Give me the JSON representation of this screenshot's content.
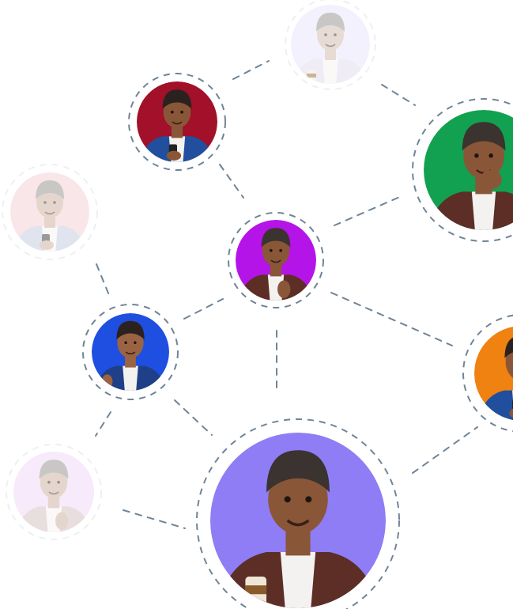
{
  "network": {
    "avatars": [
      {
        "id": "lavender-top",
        "bg": "#e6e2fb",
        "skin": "#c9b3a2",
        "hair": "#8a8480",
        "suit": "#dcd6ea",
        "faded": true,
        "pose": "cup"
      },
      {
        "id": "red-glasses",
        "bg": "#a2102a",
        "skin": "#8a5638",
        "hair": "#2b2220",
        "suit": "#214f9e",
        "faded": false,
        "pose": "phone"
      },
      {
        "id": "green-thinking",
        "bg": "#12a150",
        "skin": "#8a5638",
        "hair": "#3a3330",
        "suit": "#5c2e26",
        "faded": false,
        "pose": "think"
      },
      {
        "id": "pink-faded",
        "bg": "#f3c9cd",
        "skin": "#c7a592",
        "hair": "#8a8480",
        "suit": "#b9c4dc",
        "faded": true,
        "pose": "phone"
      },
      {
        "id": "purple-center",
        "bg": "#b514e8",
        "skin": "#8a5638",
        "hair": "#3a3330",
        "suit": "#5c2e26",
        "faded": false,
        "pose": "hands"
      },
      {
        "id": "blue-thumbs",
        "bg": "#1f4fe0",
        "skin": "#9a6444",
        "hair": "#2b2220",
        "suit": "#1f3f88",
        "faded": false,
        "pose": "thumb"
      },
      {
        "id": "orange-edge",
        "bg": "#ef8210",
        "skin": "#8a5638",
        "hair": "#2b2220",
        "suit": "#214f9e",
        "faded": false,
        "pose": "phone"
      },
      {
        "id": "lilac-faded",
        "bg": "#eed2f6",
        "skin": "#c7a592",
        "hair": "#8a8480",
        "suit": "#cdb8b6",
        "faded": true,
        "pose": "hands"
      },
      {
        "id": "violet-large",
        "bg": "#8f7df5",
        "skin": "#8a5638",
        "hair": "#3a3330",
        "suit": "#5c2e26",
        "faded": false,
        "pose": "cup"
      }
    ]
  }
}
